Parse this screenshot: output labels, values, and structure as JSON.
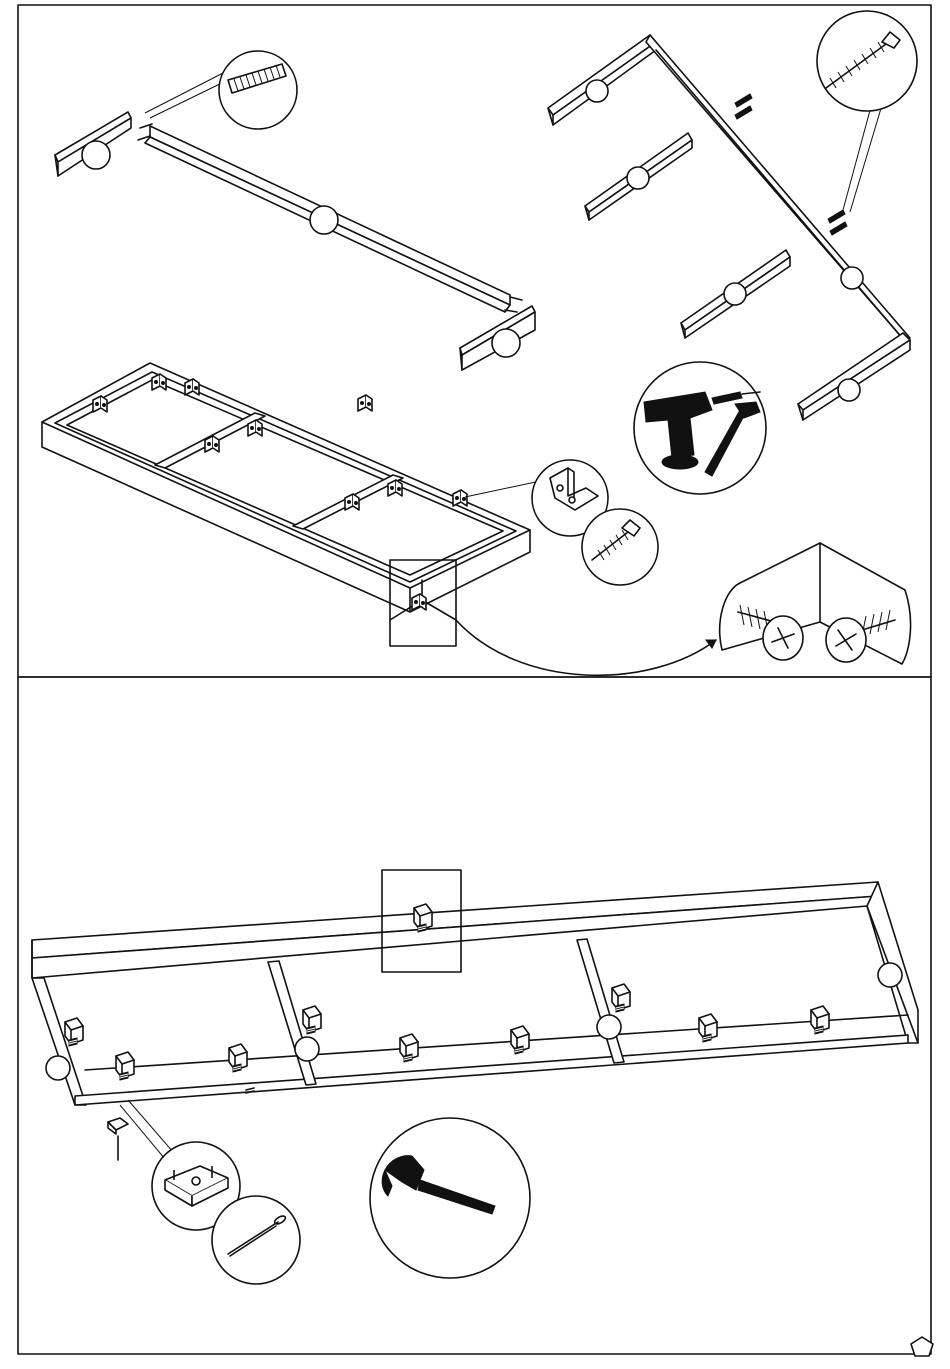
{
  "page": {
    "background": "#ffffff",
    "line_color": "#111111"
  },
  "panels": [
    {
      "id": "step-top",
      "contents": [
        "dowel-detail",
        "long-rail",
        "end-pieces",
        "assembled-frame",
        "l-bracket-detail",
        "screw-detail",
        "corner-screw-detail",
        "drill-hammer-tool",
        "side-frame",
        "screws"
      ]
    },
    {
      "id": "step-bottom",
      "contents": [
        "long-frame-brackets",
        "clip-detail",
        "nail-detail",
        "hammer-tool"
      ]
    }
  ],
  "icons": [
    "dowel-icon",
    "screw-icon",
    "l-bracket-icon",
    "drill-icon",
    "hammer-icon",
    "clip-icon",
    "nail-icon",
    "pentagon-icon"
  ]
}
